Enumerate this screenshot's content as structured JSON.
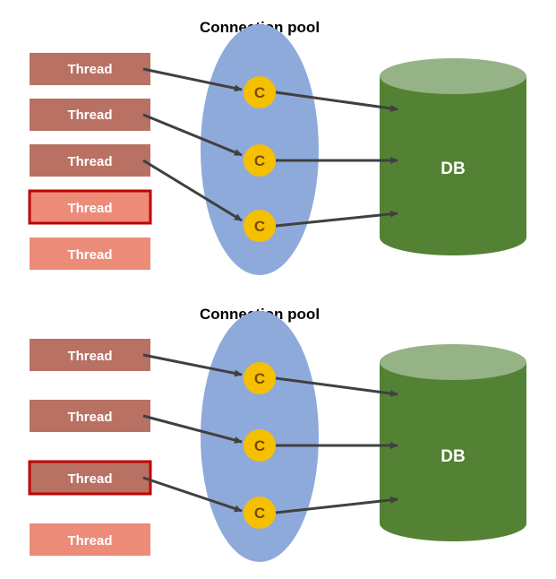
{
  "colors": {
    "thread_busy": "#b87163",
    "thread_idle": "#ec8b78",
    "waiting_border": "#c00000",
    "pool": "#8eaadb",
    "connection": "#f5c000",
    "db_body": "#548235",
    "db_top": "#95b386",
    "arrow": "#404040"
  },
  "diagrams": [
    {
      "title": "Connection pool",
      "threads": [
        {
          "label": "Thread",
          "state": "busy"
        },
        {
          "label": "Thread",
          "state": "busy"
        },
        {
          "label": "Thread",
          "state": "busy"
        },
        {
          "label": "Thread",
          "state": "waiting"
        },
        {
          "label": "Thread",
          "state": "idle"
        }
      ],
      "connections": [
        "C",
        "C",
        "C"
      ],
      "db_label": "DB"
    },
    {
      "title": "Connection pool",
      "threads": [
        {
          "label": "Thread",
          "state": "busy"
        },
        {
          "label": "Thread",
          "state": "busy"
        },
        {
          "label": "Thread",
          "state": "waiting"
        },
        {
          "label": "Thread",
          "state": "idle"
        }
      ],
      "connections": [
        "C",
        "C",
        "C"
      ],
      "db_label": "DB"
    }
  ]
}
